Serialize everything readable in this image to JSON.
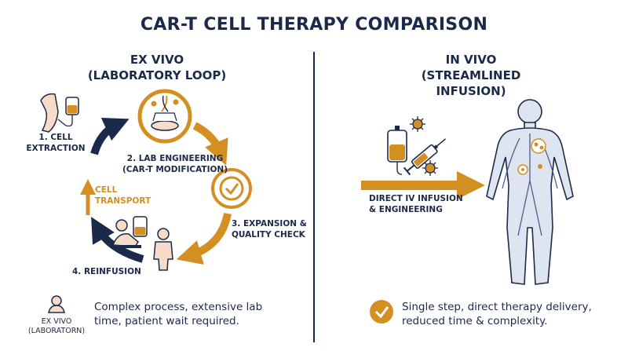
{
  "title": "CAR-T CELL THERAPY COMPARISON",
  "left": {
    "heading_line1": "EX VIVO",
    "heading_line2": "(LABORATORY LOOP)",
    "steps": [
      {
        "line1": "1. CELL",
        "line2": "EXTRACTION"
      },
      {
        "line1": "2. LAB ENGINEERING",
        "line2": "(CAR-T MODIFICATION)"
      },
      {
        "line1": "3. EXPANSION &",
        "line2": "QUALITY CHECK"
      },
      {
        "line1": "4. REINFUSION",
        "line2": ""
      }
    ],
    "transport_line1": "CELL",
    "transport_line2": "TRANSPORT",
    "footer_icon_line1": "EX VIVO",
    "footer_icon_line2": "(LABORATORN)",
    "footer_line1": "Complex process, extensive lab",
    "footer_line2": "time, patient wait required."
  },
  "right": {
    "heading_line1": "IN VIVO",
    "heading_line2": "(STREAMLINED INFUSION)",
    "infusion_line1": "DIRECT IV INFUSION",
    "infusion_line2": "& ENGINEERING",
    "footer_line1": "Single step, direct therapy delivery,",
    "footer_line2": "reduced time & complexity."
  },
  "colors": {
    "navy": "#1b2a4a",
    "orange": "#d48f22",
    "skin": "#f6dcc8",
    "body_fill": "#dfe5f0"
  },
  "icons": [
    "arm-icon",
    "iv-bag-icon",
    "petri-dish-icon",
    "check-circle-icon",
    "patient-icon",
    "person-icon",
    "syringe-icon",
    "virus-icon",
    "human-body-icon"
  ]
}
